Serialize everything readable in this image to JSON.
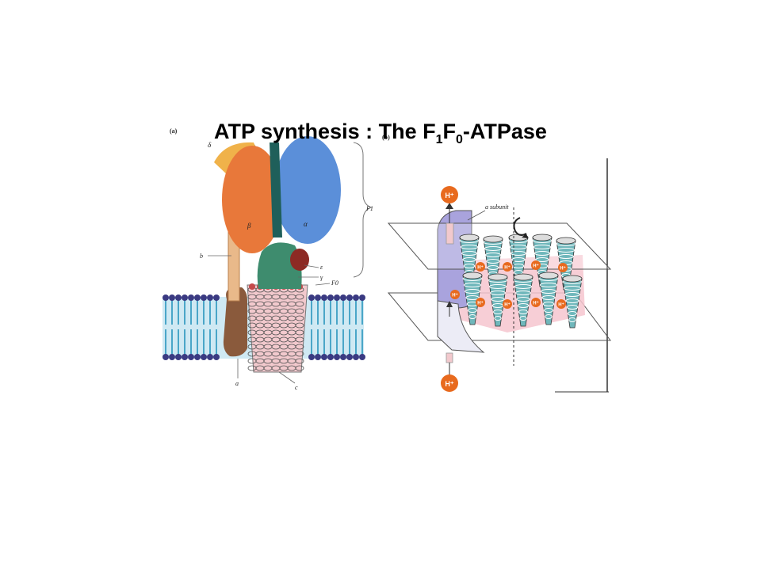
{
  "title": {
    "lead": "ATP synthesis :  The F",
    "sub1": "1",
    "mid": "F",
    "sub2": "0",
    "tail": "-ATPase"
  },
  "panel_a": {
    "panel_label": "(a)",
    "subunit_labels": {
      "delta": "δ",
      "beta": "β",
      "alpha": "α",
      "b": "b",
      "epsilon": "ε",
      "gamma": "γ",
      "a": "a",
      "c": "c",
      "F1": "F1",
      "F0": "F0"
    }
  },
  "panel_b": {
    "panel_label": "(b)",
    "a_subunit_label": "a subunit",
    "proton": "H⁺",
    "proton_in_ring": "H⁺"
  },
  "colors": {
    "beta": "#e8783a",
    "alpha": "#5b8fd9",
    "gamma": "#3e8c6e",
    "stator": "#e9b98a",
    "a_subunit": "#8a5a3c",
    "membrane_head": "#3a3a82",
    "membrane_tail": "#4aa6c8",
    "c_ring": "#e79aa0",
    "proton": "#e86a1e"
  }
}
